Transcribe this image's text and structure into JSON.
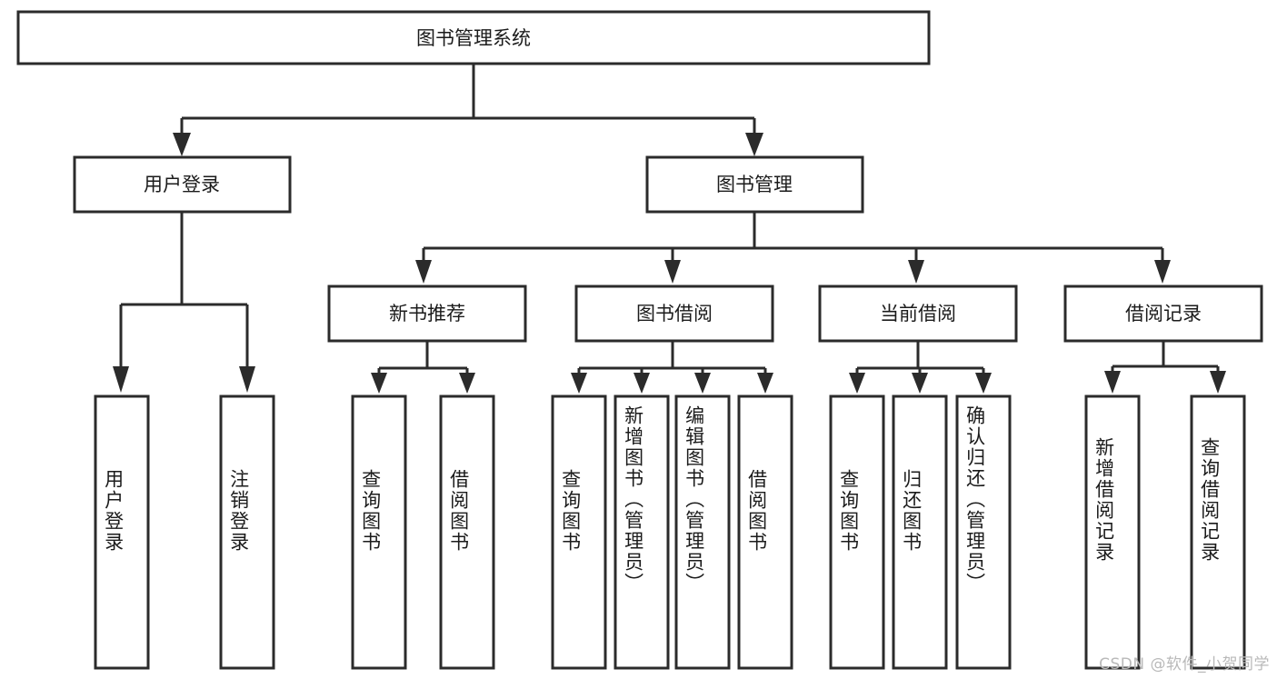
{
  "diagram": {
    "type": "tree-hierarchy-chart",
    "title": "图书管理系统",
    "orientation": "top-down",
    "colors": {
      "box_stroke": "#2b2b2b",
      "box_fill": "#ffffff",
      "connector": "#2b2b2b",
      "text": "#1b1b1b",
      "watermark": "#b9b9b9",
      "background": "#ffffff"
    },
    "root": {
      "label": "图书管理系统"
    },
    "level2": [
      {
        "label": "用户登录"
      },
      {
        "label": "图书管理"
      }
    ],
    "level3": [
      {
        "label": "新书推荐"
      },
      {
        "label": "图书借阅"
      },
      {
        "label": "当前借阅"
      },
      {
        "label": "借阅记录"
      }
    ],
    "leaves": {
      "user_login": [
        {
          "label": "用户登录"
        },
        {
          "label": "注销登录"
        }
      ],
      "new_book_recommend": [
        {
          "label": "查询图书"
        },
        {
          "label": "借阅图书"
        }
      ],
      "book_borrow": [
        {
          "label": "查询图书"
        },
        {
          "label": "新增图书（管理员）"
        },
        {
          "label": "编辑图书（管理员）"
        },
        {
          "label": "借阅图书"
        }
      ],
      "current_borrow": [
        {
          "label": "查询图书"
        },
        {
          "label": "归还图书"
        },
        {
          "label": "确认归还（管理员）"
        }
      ],
      "borrow_record": [
        {
          "label": "新增借阅记录"
        },
        {
          "label": "查询借阅记录"
        }
      ]
    }
  },
  "watermark": {
    "text": "CSDN @软件_小贺同学"
  }
}
